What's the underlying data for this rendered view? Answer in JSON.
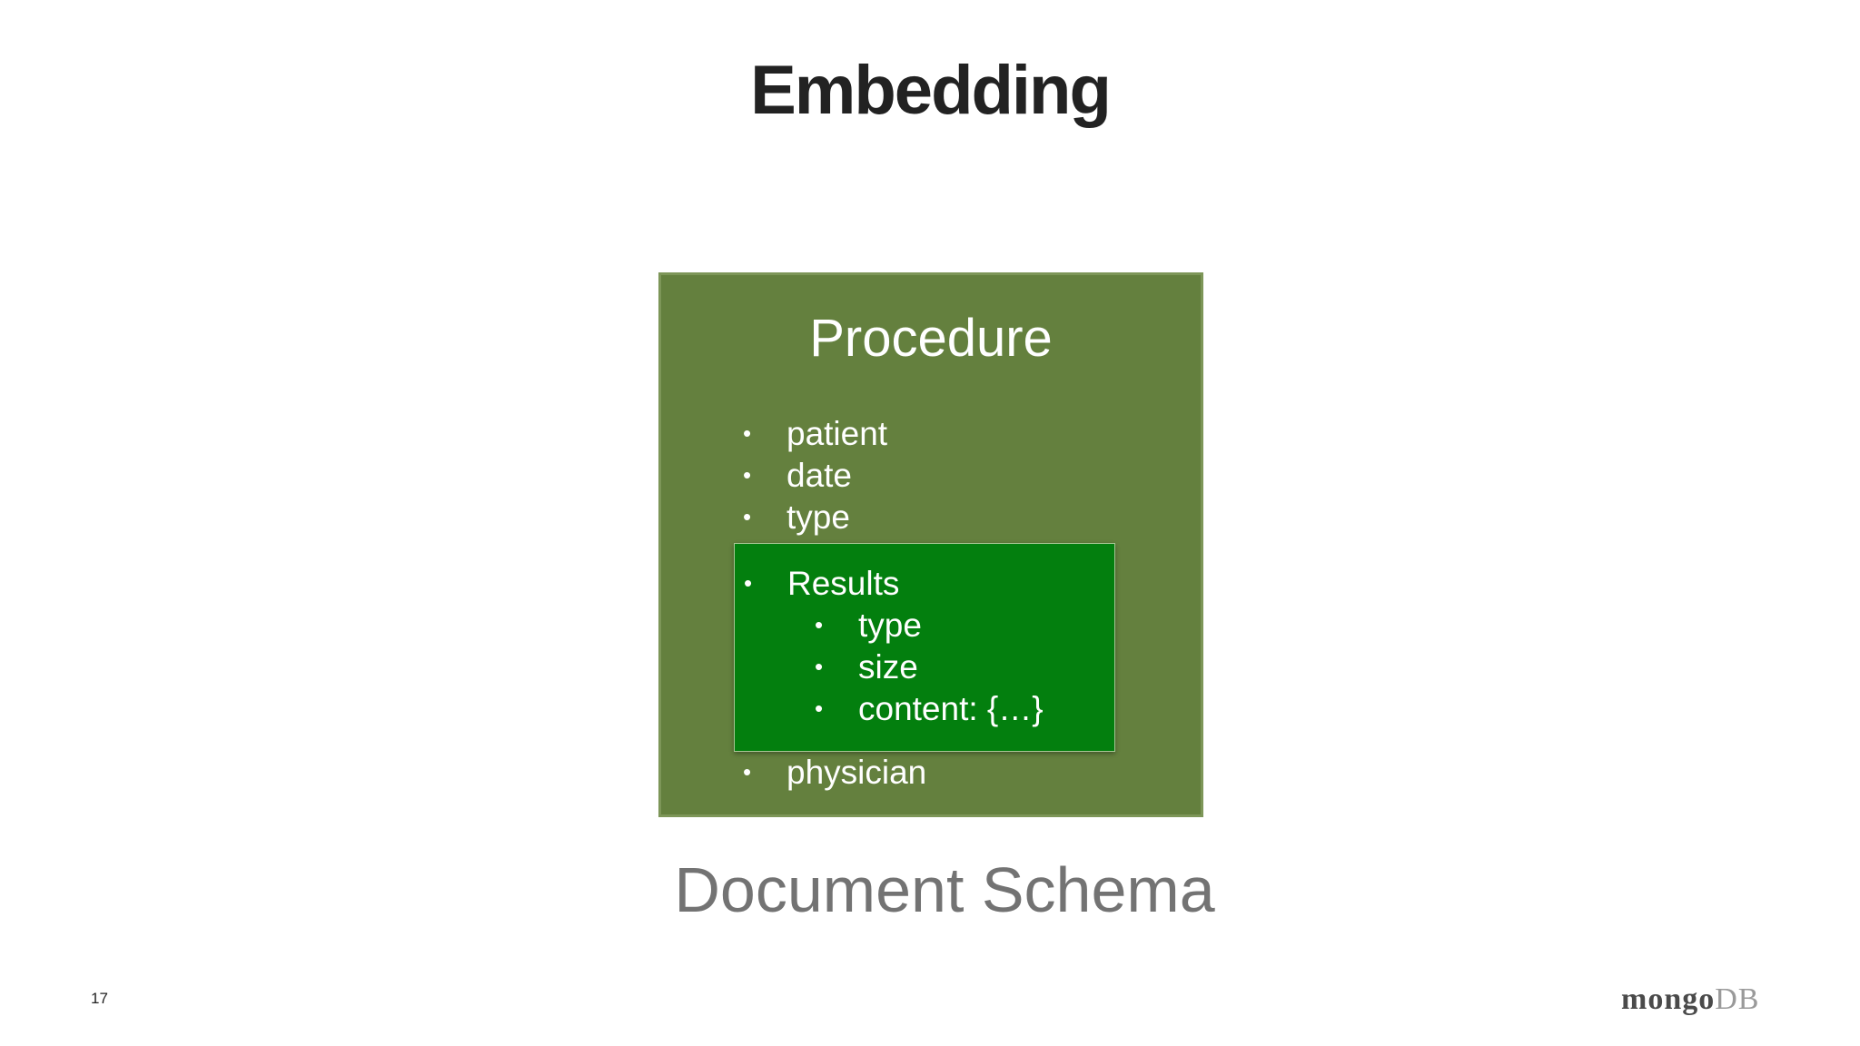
{
  "slide": {
    "title": "Embedding",
    "caption": "Document Schema",
    "page_number": "17"
  },
  "diagram": {
    "outer_box": {
      "title": "Procedure",
      "fields_top": [
        "patient",
        "date",
        "type"
      ],
      "fields_bottom": [
        "physician"
      ],
      "fill_color": "#64803e"
    },
    "embedded_box": {
      "title": "Results",
      "fields": [
        "type",
        "size",
        "content: {…}"
      ],
      "fill_color": "#037f0e"
    },
    "bullet_glyph": "•"
  },
  "logo": {
    "part_a": "mongo",
    "part_b": "DB"
  }
}
